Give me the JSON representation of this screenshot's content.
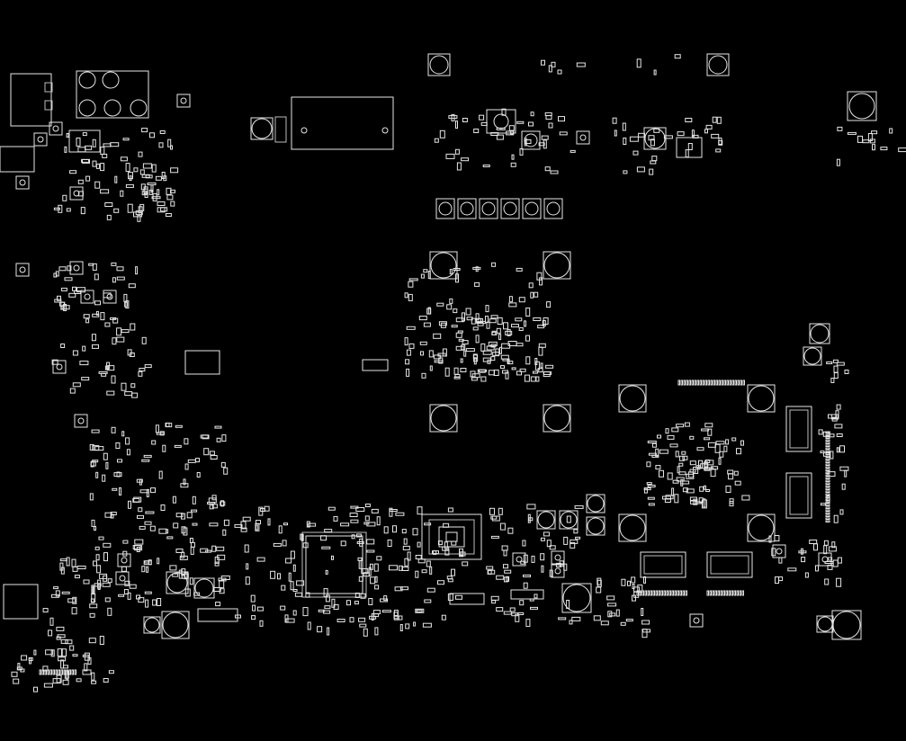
{
  "canvas": {
    "background": "#000000",
    "outline_color": "#e6e6e6"
  },
  "diagram": {
    "kind": "pcb-silkscreen-outline",
    "components": [
      {
        "id": "mount-hole-tl1",
        "shape": "hole"
      },
      {
        "id": "mount-hole-tr1",
        "shape": "hole"
      },
      {
        "id": "mount-hole-tr2",
        "shape": "hole"
      },
      {
        "id": "mount-hole-cpu-nw",
        "shape": "hole"
      },
      {
        "id": "mount-hole-cpu-ne",
        "shape": "hole"
      },
      {
        "id": "mount-hole-cpu-sw",
        "shape": "hole"
      },
      {
        "id": "mount-hole-cpu-se",
        "shape": "hole"
      },
      {
        "id": "mount-hole-gpu-nw",
        "shape": "hole"
      },
      {
        "id": "mount-hole-gpu-ne",
        "shape": "hole"
      },
      {
        "id": "mount-hole-gpu-sw",
        "shape": "hole"
      },
      {
        "id": "mount-hole-gpu-se",
        "shape": "hole"
      },
      {
        "id": "mount-hole-bl",
        "shape": "hole"
      },
      {
        "id": "mount-hole-br",
        "shape": "hole"
      },
      {
        "id": "mount-hole-bc",
        "shape": "hole"
      },
      {
        "id": "usb-connector",
        "shape": "rect"
      },
      {
        "id": "audio-jack-block",
        "shape": "rect"
      },
      {
        "id": "memory-connector",
        "shape": "rect"
      },
      {
        "id": "pch-chip",
        "shape": "chip"
      },
      {
        "id": "cpu-bga",
        "shape": "chip"
      },
      {
        "id": "dimm-slot-1",
        "shape": "slot"
      },
      {
        "id": "dimm-slot-2",
        "shape": "slot"
      },
      {
        "id": "ram-chip-1",
        "shape": "chip"
      },
      {
        "id": "ram-chip-2",
        "shape": "chip"
      },
      {
        "id": "power-jack",
        "shape": "rect"
      },
      {
        "id": "small-ic-left",
        "shape": "chip"
      },
      {
        "id": "inductor-row",
        "shape": "rect"
      },
      {
        "id": "smd-components",
        "shape": "smd"
      }
    ]
  }
}
